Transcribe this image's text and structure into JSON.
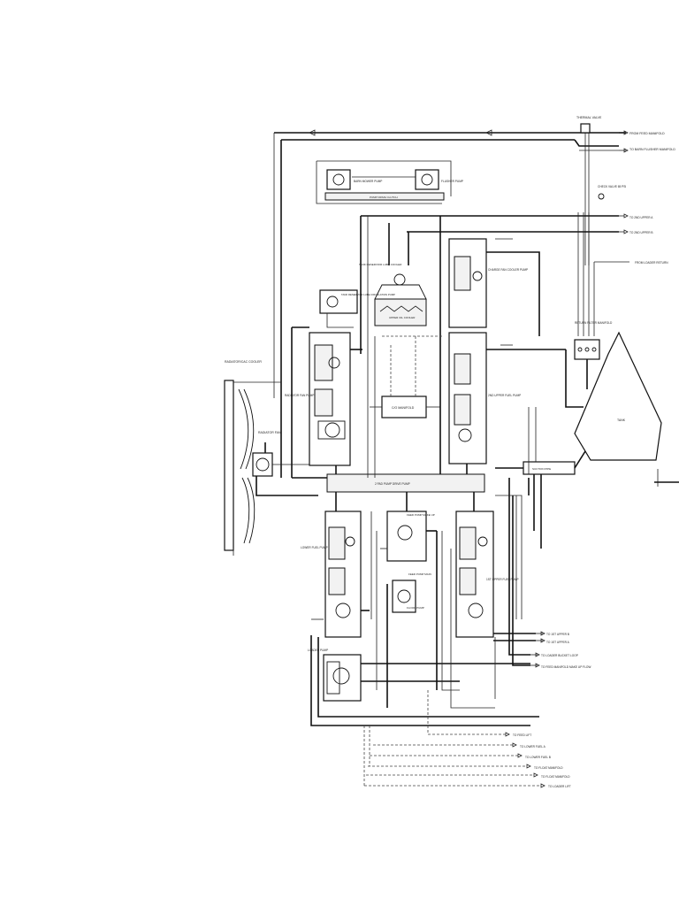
{
  "labels": {
    "thermal_valve": "THERMAL VALVE",
    "from_feed_manifold": "FROM FEED MANIFOLD",
    "to_barn_flusher": "TO BARN FLUSHER MANIFOLD",
    "barn_mower_pump": "BARN MOWER PUMP",
    "flusher_pump": "FLUSHER PUMP",
    "pump_drive_clutch": "PUMP DRIVE CLUTCH",
    "check_valve": "CHECK VALVE 65 PSI",
    "to_2nd_upper_a": "TO 2ND UPPER A",
    "to_2nd_upper_b": "TO 2ND UPPER B",
    "from_loader_return": "FROM LOADER RETURN",
    "charge_fan_cooler_pump": "CHARGE FAN COOLER PUMP",
    "tank_reservoir_lube": "TANK RESERVOIR LUBE COOLER",
    "tank_reservoir_lube_pump": "TANK RESERVOIR LUBE CIRCULATION PUMP",
    "upper_oil_cooler": "UPPER OIL COOLER",
    "radiator_cooler": "RADIATOR/CAC COOLER",
    "radiator_fan": "RADIATOR FAN",
    "radiator_fan_pump": "RADIATOR FAN PUMP",
    "cio_manifold": "C/O MANIFOLD",
    "2nd_upper_fuel_pump": "2ND UPPER FUEL PUMP",
    "return_filter_manifold": "RETURN FILTER MANIFOLD",
    "tank": "TANK",
    "suction_pipe": "SUCTION PIPE",
    "pump_drive": "2 PAD PUMP DRIVE PUMP",
    "feed_pump_makeup": "FEED PUMP MAKE UP",
    "lower_fuel_pump": "LOWER FUEL PUMP",
    "feed_pump_main": "FEED PUMP MAIN",
    "floor_pump": "FLOOR PUMP",
    "1st_upper_fuel_pump": "1ST UPPER FUEL PUMP",
    "loader_pump": "LOADER PUMP",
    "to_1st_upper_b": "TO 1ST UPPER B",
    "to_1st_upper_a": "TO 1ST UPPER A",
    "to_loader_bucket": "TO LOADER BUCKET LOOP",
    "to_feed_manifold_makeup": "TO FEED MANIFOLD MAKE UP FLOW",
    "to_feed_lift": "TO FEED LIFT",
    "to_lower_fuel_a": "TO LOWER FUEL A",
    "to_lower_fuel_b": "TO LOWER FUEL B",
    "to_float_manifold": "TO FLOAT MANIFOLD",
    "to_float_manifold_2": "TO FLOAT MANIFOLD",
    "to_loader_lift": "TO LOADER LIFT"
  }
}
